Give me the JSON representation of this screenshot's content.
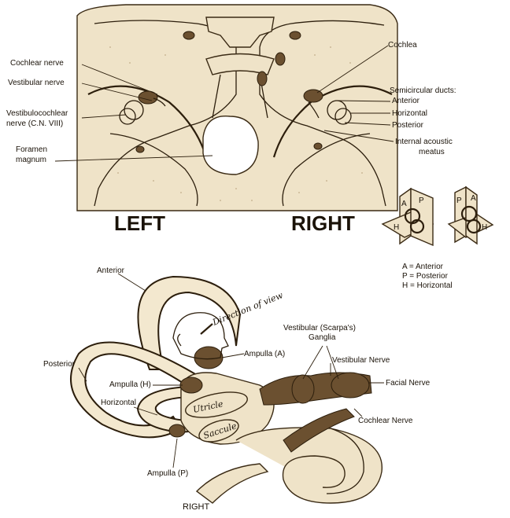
{
  "top_panel": {
    "labels": {
      "cochlear_nerve": "Cochlear nerve",
      "vestibular_nerve": "Vestibular nerve",
      "vestibulocochlear_line1": "Vestibulocochlear",
      "vestibulocochlear_line2": "nerve  (C.N. VIII)",
      "foramen_line1": "Foramen",
      "foramen_line2": "magnum",
      "cochlea": "Cochlea",
      "semicircular_ducts": "Semicircular ducts:",
      "anterior": "Anterior",
      "horizontal": "Horizontal",
      "posterior": "Posterior",
      "internal_acoustic_line1": "Internal acoustic",
      "internal_acoustic_line2": "meatus"
    },
    "left_title": "LEFT",
    "right_title": "RIGHT"
  },
  "plane_diagram": {
    "left_box_letters": [
      "A",
      "P",
      "H"
    ],
    "right_box_letters": [
      "P",
      "A",
      "H"
    ]
  },
  "legend": {
    "a": "A = Anterior",
    "p": "P = Posterior",
    "h": "H = Horizontal"
  },
  "bottom_panel": {
    "labels": {
      "anterior": "Anterior",
      "posterior": "Posterior",
      "ampulla_a": "Ampulla (A)",
      "ampulla_h": "Ampulla (H)",
      "horizontal": "Horizontal",
      "ampulla_p": "Ampulla (P)",
      "vestibular_ganglia_line1": "Vestibular (Scarpa's)",
      "vestibular_ganglia_line2": "Ganglia",
      "vestibular_nerve": "Vestibular Nerve",
      "facial_nerve": "Facial Nerve",
      "cochlear_nerve": "Cochlear Nerve",
      "direction_of_view": "Direction of view",
      "utricle": "Utricle",
      "saccule": "Saccule"
    },
    "caption": "RIGHT"
  }
}
